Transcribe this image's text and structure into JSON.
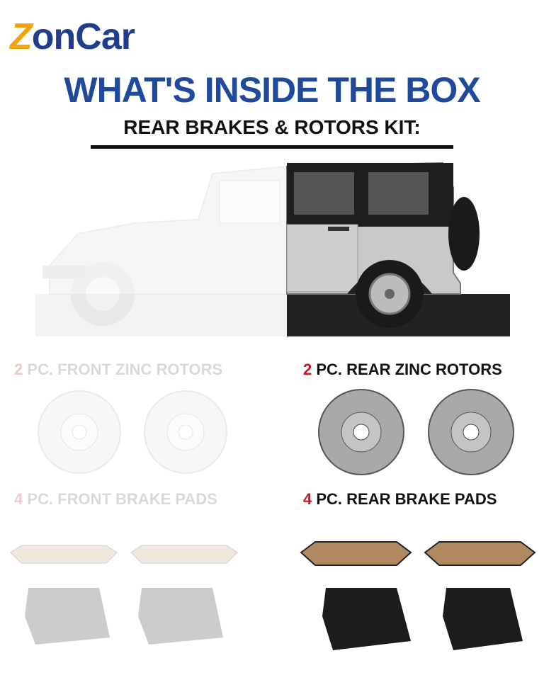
{
  "brand": {
    "logo_z": "Z",
    "logo_rest": "onCar"
  },
  "headline": "WHAT'S INSIDE THE BOX",
  "subheadline": "REAR BRAKES & ROTORS KIT:",
  "sections": {
    "front_rotors": {
      "qty": "2",
      "text": " PC. FRONT ZINC ROTORS"
    },
    "rear_rotors": {
      "qty": "2",
      "text": " PC. REAR ZINC ROTORS"
    },
    "front_pads": {
      "qty": "4",
      "text": " PC. FRONT BRAKE PADS"
    },
    "rear_pads": {
      "qty": "4",
      "text": " PC. REAR BRAKE PADS"
    }
  },
  "colors": {
    "brand_blue": "#1f4a9c",
    "brand_orange": "#f2a20c",
    "qty_red": "#c9151e"
  }
}
